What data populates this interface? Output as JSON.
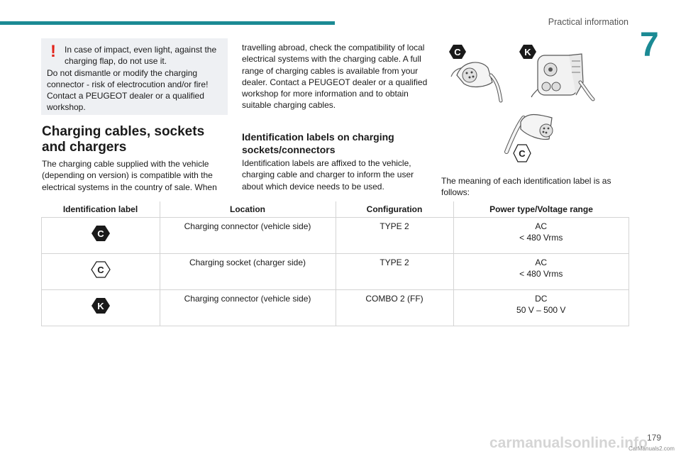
{
  "header": {
    "title": "Practical information",
    "chapter": "7"
  },
  "warning": {
    "mark": "!",
    "first": "In case of impact, even light, against the charging flap, do not use it.",
    "rest": "Do not dismantle or modify the charging connector - risk of electrocution and/or fire! Contact a PEUGEOT dealer or a qualified workshop."
  },
  "section": {
    "title": "Charging cables, sockets and chargers",
    "para1": "The charging cable supplied with the vehicle (depending on version) is compatible with the electrical systems in the country of sale. When",
    "para2": "travelling abroad, check the compatibility of local electrical systems with the charging cable. A full range of charging cables is available from your dealer. Contact a PEUGEOT dealer or a qualified workshop for more information and to obtain suitable charging cables."
  },
  "subsection": {
    "title": "Identification labels on charging sockets/connectors",
    "para": "Identification labels are affixed to the vehicle, charging cable and charger to inform the user about which device needs to be used."
  },
  "illustration": {
    "labels": [
      "C",
      "K",
      "C"
    ]
  },
  "meaning_text": "The meaning of each identification label is as follows:",
  "table": {
    "headers": [
      "Identification label",
      "Location",
      "Configuration",
      "Power type/Voltage range"
    ],
    "rows": [
      {
        "label": "C",
        "style": "filled",
        "location": "Charging connector (vehicle side)",
        "configuration": "TYPE 2",
        "power_type": "AC",
        "voltage": "< 480 Vrms"
      },
      {
        "label": "C",
        "style": "outline",
        "location": "Charging socket (charger side)",
        "configuration": "TYPE 2",
        "power_type": "AC",
        "voltage": "< 480 Vrms"
      },
      {
        "label": "K",
        "style": "filled",
        "location": "Charging connector (vehicle side)",
        "configuration": "COMBO 2 (FF)",
        "power_type": "DC",
        "voltage": "50 V – 500 V"
      }
    ]
  },
  "footer": {
    "page": "179",
    "watermark": "carmanualsonline.info",
    "watermark_small": "CarManuals2.com"
  },
  "colors": {
    "accent": "#1b8a94",
    "warning": "#e2231a",
    "badge": "#1a1a1a"
  }
}
